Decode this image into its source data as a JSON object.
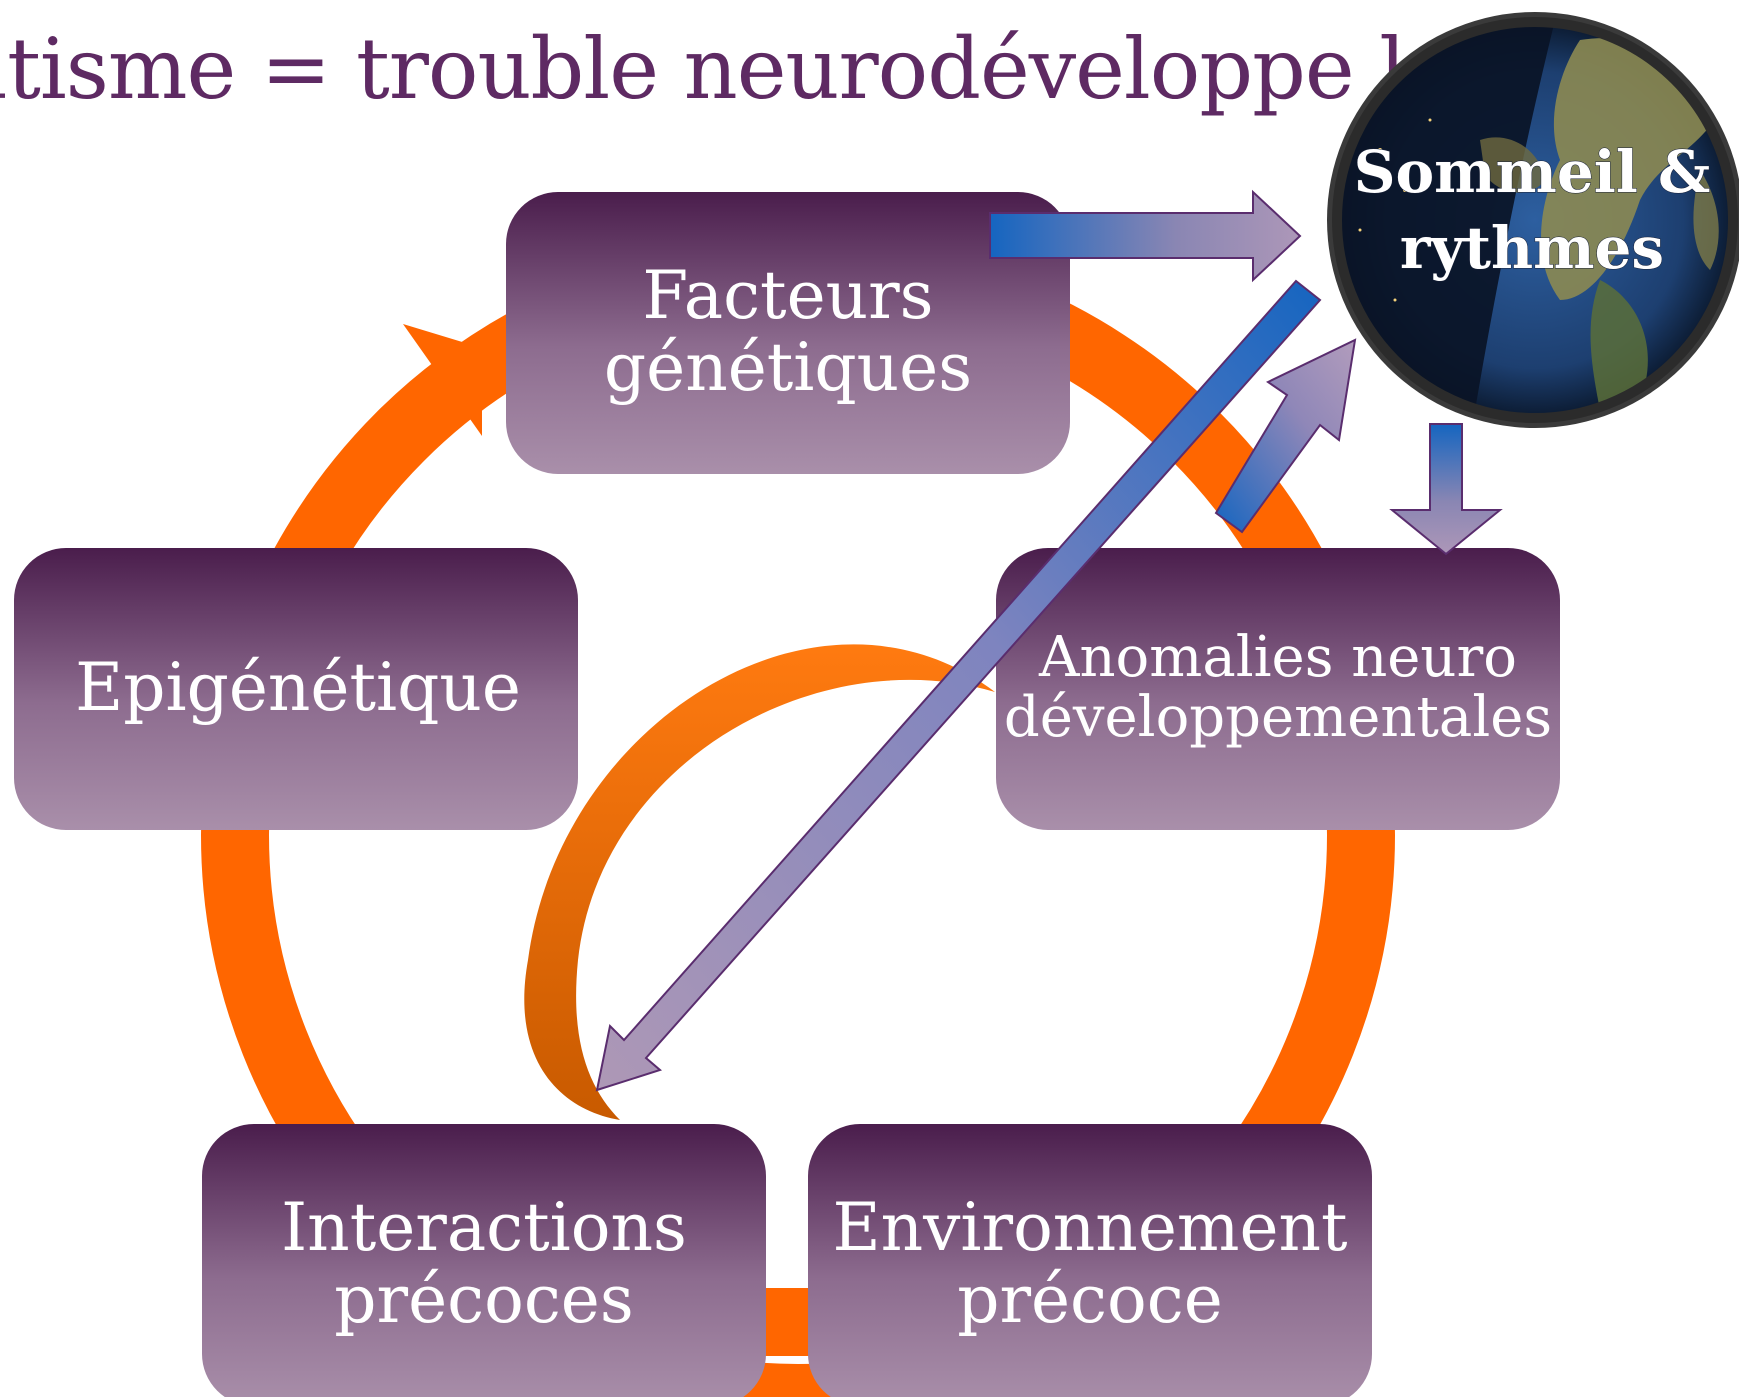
{
  "title": "utisme = trouble neurodéveloppe      l",
  "nodes": {
    "genetique": {
      "line1": "Facteurs",
      "line2": "génétiques"
    },
    "anomalies": {
      "line1": "Anomalies neuro",
      "line2": "développementales"
    },
    "environnement": {
      "line1": "Environnement",
      "line2": "précoce"
    },
    "interactions": {
      "line1": "Interactions",
      "line2": "précoces"
    },
    "epigenetique": {
      "line1": "Epigénétique"
    }
  },
  "globe": {
    "line1": "Sommeil &",
    "line2": "rythmes"
  },
  "colors": {
    "title": "#5e2a63",
    "node_top": "#4a1d4c",
    "node_bottom": "#a98faa",
    "cycle": "#ff6600",
    "arrow_blue": "#1565c0",
    "arrow_mauve": "#a690b0"
  }
}
